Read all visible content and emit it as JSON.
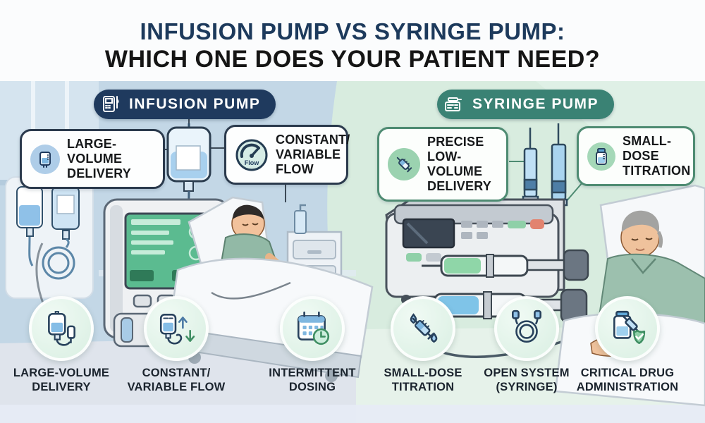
{
  "title": {
    "line1": "INFUSION PUMP VS SYRINGE PUMP:",
    "line2": "WHICH ONE DOES YOUR PATIENT NEED?"
  },
  "infusion": {
    "badge": "INFUSION PUMP",
    "callout1": "LARGE-VOLUME\nDELIVERY",
    "callout2": "CONSTANT/\nVARIABLE\nFLOW",
    "gauge_label": "Flow"
  },
  "syringe": {
    "badge": "SYRINGE PUMP",
    "callout1": "PRECISE\nLOW-VOLUME\nDELIVERY",
    "callout2": "SMALL-DOSE\nTITRATION"
  },
  "features": [
    {
      "icon": "iv-bag-tubing-icon",
      "line1": "LARGE-VOLUME",
      "line2": "DELIVERY"
    },
    {
      "icon": "iv-bag-arrows-icon",
      "line1": "CONSTANT/",
      "line2": "VARIABLE FLOW"
    },
    {
      "icon": "calendar-clock-icon",
      "line1": "INTERMITTENT",
      "line2": "DOSING"
    },
    {
      "icon": "syringe-droplets-icon",
      "line1": "SMALL-DOSE",
      "line2": "TITRATION"
    },
    {
      "icon": "coiled-tubing-icon",
      "line1": "OPEN SYSTEM",
      "line2": "(SYRINGE)"
    },
    {
      "icon": "vial-syringe-shield-icon",
      "line1": "CRITICAL DRUG",
      "line2": "ADMINISTRATION"
    }
  ],
  "colors": {
    "title_navy": "#1d3a5c",
    "title_black": "#151515",
    "badge_navy": "#1f3a5e",
    "badge_teal": "#3a8274",
    "left_background": "#c3d7e6",
    "right_background": "#d8ecdf",
    "callout_border_navy": "#2b3a4d",
    "callout_border_green": "#4e8b72"
  }
}
